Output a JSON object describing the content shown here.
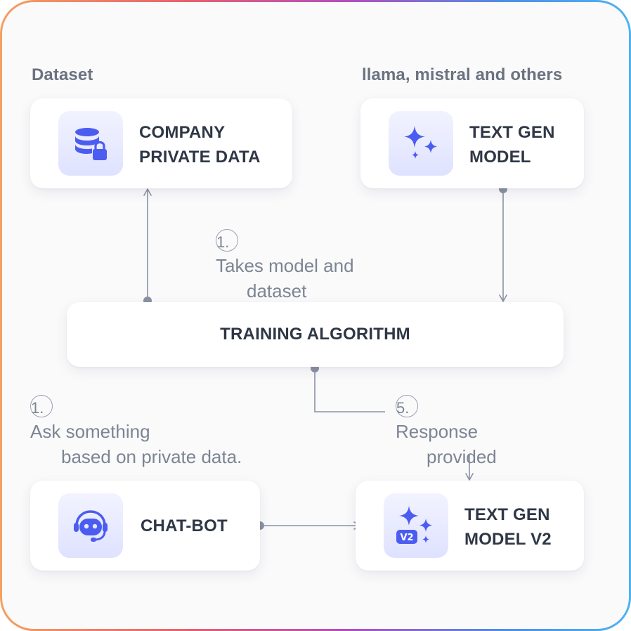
{
  "headings": {
    "dataset": "Dataset",
    "models": "llama, mistral and others"
  },
  "cards": {
    "company_data": {
      "line1": "COMPANY",
      "line2": "PRIVATE DATA",
      "icon": "database-lock-icon"
    },
    "text_gen": {
      "line1": "TEXT GEN",
      "line2": "MODEL",
      "icon": "sparkles-icon"
    },
    "training": {
      "label": "TRAINING ALGORITHM"
    },
    "chatbot": {
      "label": "CHAT-BOT",
      "icon": "chatbot-headset-icon"
    },
    "text_gen_v2": {
      "line1": "TEXT GEN",
      "line2": "MODEL V2",
      "icon": "sparkles-v2-icon",
      "badge": "V2"
    }
  },
  "notes": {
    "takes": {
      "num": "1.",
      "line1": "Takes model and",
      "line2": "dataset"
    },
    "ask": {
      "num": "1.",
      "line1": "Ask something",
      "line2": "based on private data."
    },
    "response": {
      "num": "5.",
      "line1": "Response",
      "line2": "provided"
    }
  },
  "colors": {
    "accent": "#4b5cf0",
    "connector": "#8a92a3",
    "text_dark": "#2f3746",
    "text_muted": "#7d8593"
  }
}
